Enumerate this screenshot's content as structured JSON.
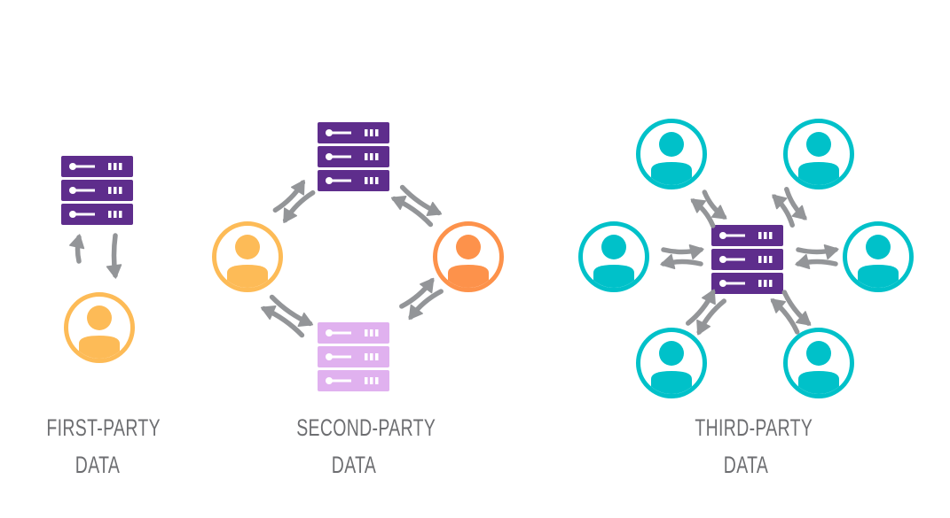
{
  "colors": {
    "server_dark": "#5e2d8c",
    "server_light": "#e0b1ef",
    "user_yellow": "#fdbb57",
    "user_orange": "#fd924b",
    "user_teal": "#00c1c9",
    "arrow": "#939598",
    "label": "#6d6e71"
  },
  "sections": [
    {
      "id": "first-party",
      "label_line1": "FIRST-PARTY",
      "label_line2": "DATA",
      "servers": [
        {
          "color": "server_dark"
        }
      ],
      "users": [
        {
          "color": "user_yellow"
        }
      ]
    },
    {
      "id": "second-party",
      "label_line1": "SECOND-PARTY",
      "label_line2": "DATA",
      "servers": [
        {
          "color": "server_dark"
        },
        {
          "color": "server_light"
        }
      ],
      "users": [
        {
          "color": "user_yellow"
        },
        {
          "color": "user_orange"
        }
      ]
    },
    {
      "id": "third-party",
      "label_line1": "THIRD-PARTY",
      "label_line2": "DATA",
      "servers": [
        {
          "color": "server_dark"
        }
      ],
      "users": [
        {
          "color": "user_teal"
        },
        {
          "color": "user_teal"
        },
        {
          "color": "user_teal"
        },
        {
          "color": "user_teal"
        },
        {
          "color": "user_teal"
        },
        {
          "color": "user_teal"
        }
      ]
    }
  ]
}
